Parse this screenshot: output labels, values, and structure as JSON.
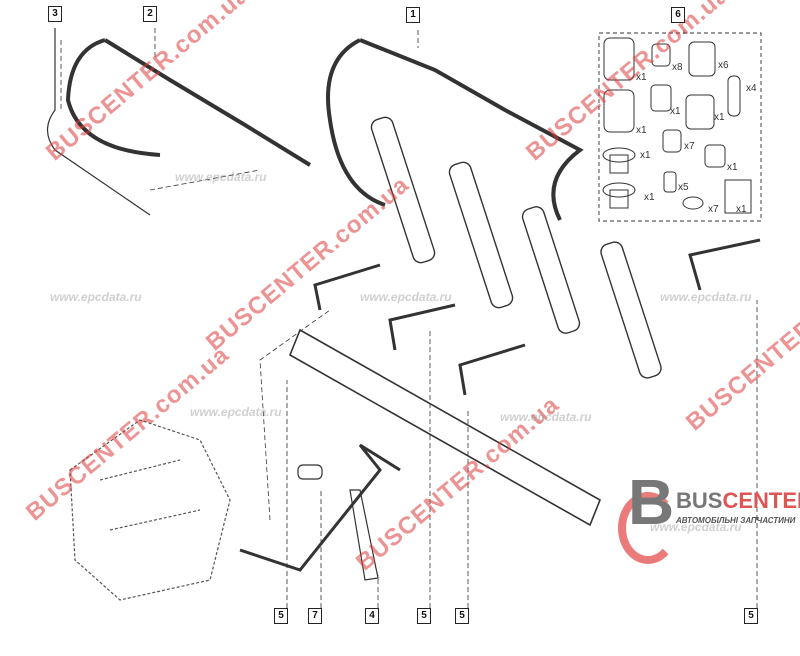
{
  "callouts_top": [
    "3",
    "2",
    "1",
    "6"
  ],
  "callouts_bottom": [
    "5",
    "7",
    "4",
    "5",
    "5",
    "5"
  ],
  "kit": {
    "quantities": [
      "x1",
      "x8",
      "x6",
      "x1",
      "x1",
      "x1",
      "x4",
      "x1",
      "x7",
      "x1",
      "x1",
      "x5",
      "x7",
      "x1"
    ]
  },
  "logo": {
    "part1": "BUS",
    "part2": "CENTER",
    "subtitle": "АВТОМОБІЛЬНІ ЗАПЧАСТИНИ"
  },
  "watermarks": {
    "brand": "BUSCENTER.com.ua",
    "site": "www.epcdata.ru"
  },
  "colors": {
    "line": "#333333",
    "watermark": "#dc3c3c"
  }
}
